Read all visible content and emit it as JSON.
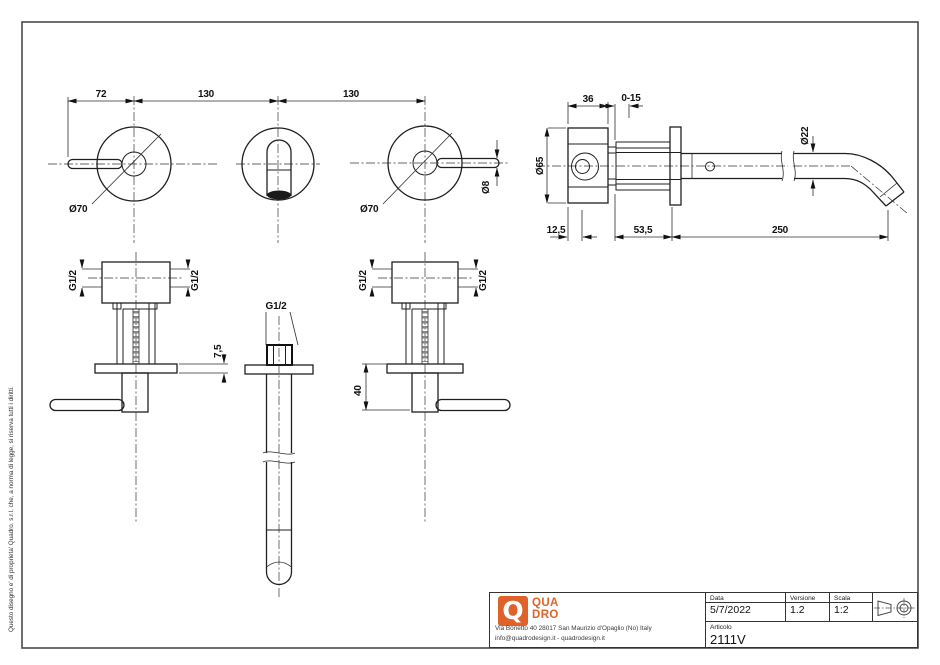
{
  "sheet": {
    "copyright": "Questo disegno e' di proprieta' Quadro. s.r.l. che, a norma di legge, si riserva tutti i diritti.",
    "line_color": "#1f1f1f",
    "accent_color": "#e0622b"
  },
  "views": {
    "front": {
      "dim_72": "72",
      "dim_130_a": "130",
      "dim_130_b": "130",
      "dia70_left": "Ø70",
      "dia70_right": "Ø70",
      "dia8": "Ø8"
    },
    "side": {
      "dim_36": "36",
      "dim_0_15": "0-15",
      "dia65": "Ø65",
      "dia22": "Ø22",
      "dim_12_5": "12,5",
      "dim_53_5": "53,5",
      "dim_250": "250"
    },
    "bottom_left": {
      "g12_left": "G1/2",
      "g12_right": "G1/2",
      "dim_7_5": "7,5"
    },
    "bottom_middle": {
      "g12": "G1/2"
    },
    "bottom_right": {
      "g12_left": "G1/2",
      "g12_right": "G1/2",
      "dim_40": "40"
    }
  },
  "title_block": {
    "logo": {
      "letter": "Q",
      "line1": "QUA",
      "line2": "DRO"
    },
    "address_line1": "Via Bonetto 40  28017 San Maurizio d'Opaglio (No) Italy",
    "address_line2": "info@quadrodesign.it  -  quadrodesign.it",
    "data_label": "Data",
    "data_value": "5/7/2022",
    "versione_label": "Versione",
    "versione_value": "1.2",
    "scala_label": "Scala",
    "scala_value": "1:2",
    "articolo_label": "Articolo",
    "articolo_value": "2111V"
  }
}
